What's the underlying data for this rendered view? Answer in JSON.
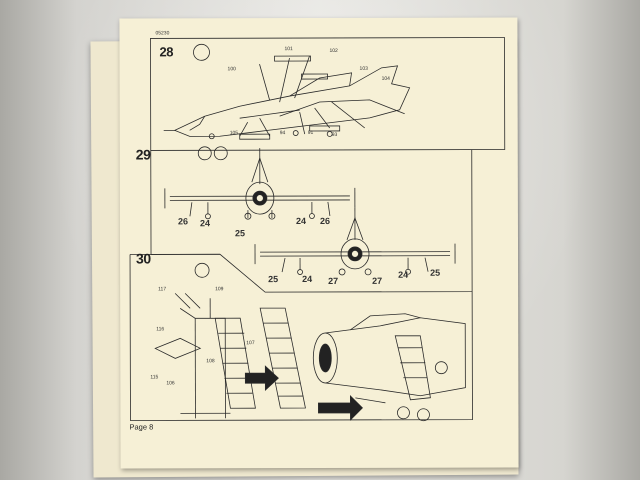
{
  "sheet": {
    "kit_number": "05230",
    "page_label": "Page 8"
  },
  "steps": [
    {
      "number": "28"
    },
    {
      "number": "29",
      "callouts": [
        "26",
        "24",
        "25",
        "24",
        "26"
      ]
    },
    {
      "number": "30"
    }
  ],
  "step29_lower_callouts": [
    "25",
    "24",
    "27",
    "27",
    "24",
    "25"
  ],
  "step28_callouts": [
    "100",
    "101",
    "102",
    "103",
    "104",
    "105",
    "94",
    "91",
    "93"
  ],
  "step30_callouts": [
    "117",
    "116",
    "115",
    "106",
    "108",
    "107",
    "109"
  ],
  "colors": {
    "paper": "#f6f0d6",
    "ink": "#222222"
  }
}
